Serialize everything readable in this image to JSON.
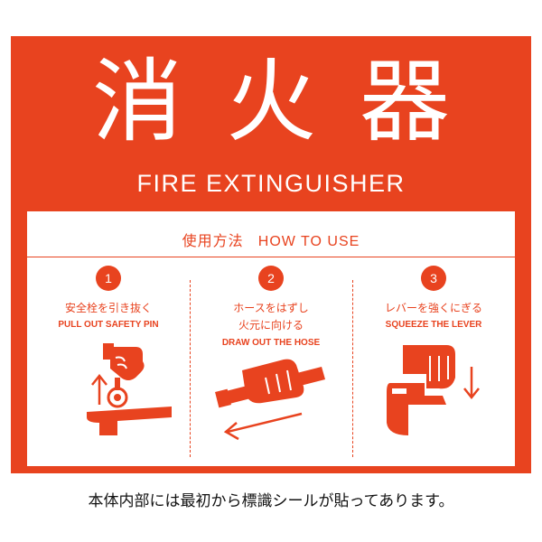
{
  "colors": {
    "sign_red": "#e8431f",
    "white": "#ffffff",
    "text": "#111111"
  },
  "sign": {
    "title_jp_chars": [
      "消",
      "火",
      "器"
    ],
    "title_en": "FIRE EXTINGUISHER",
    "how_to_use": {
      "jp": "使用方法",
      "en": "HOW TO USE"
    },
    "steps": [
      {
        "number": "1",
        "jp_lines": [
          "安全栓を引き抜く"
        ],
        "en": "PULL OUT SAFETY PIN",
        "icon": "pull-pin-icon"
      },
      {
        "number": "2",
        "jp_lines": [
          "ホースをはずし",
          "火元に向ける"
        ],
        "en": "DRAW OUT THE HOSE",
        "icon": "hose-icon"
      },
      {
        "number": "3",
        "jp_lines": [
          "レバーを強くにぎる"
        ],
        "en": "SQUEEZE THE LEVER",
        "icon": "squeeze-lever-icon"
      }
    ]
  },
  "footnote": "本体内部には最初から標識シールが貼ってあります。"
}
